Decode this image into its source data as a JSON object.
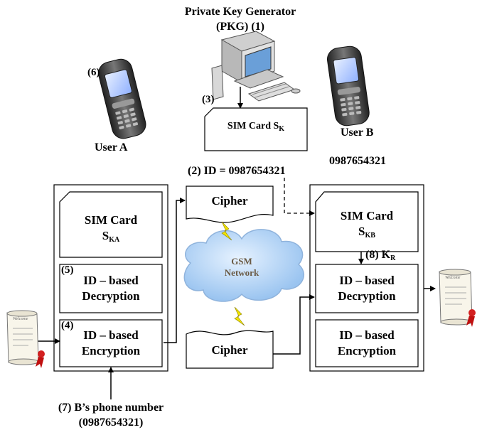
{
  "pkg": {
    "line1": "Private Key Generator",
    "line2": "(PKG) (1)"
  },
  "step3": "(3)",
  "pkg_sim": {
    "text": "SIM Card S",
    "sub": "K"
  },
  "step6": "(6)",
  "user_a": "User A",
  "user_b": "User B",
  "user_b_number": "0987654321",
  "id_label": "(2) ID = 0987654321",
  "cipher_top": "Cipher",
  "cipher_bottom": "Cipher",
  "network": {
    "line1": "GSM",
    "line2": "Network"
  },
  "left_module": {
    "sim": {
      "line1": "SIM Card",
      "text": "S",
      "sub": "KA"
    },
    "decryption": {
      "step": "(5)",
      "line1": "ID – based",
      "line2": "Decryption"
    },
    "encryption": {
      "step": "(4)",
      "line1": "ID – based",
      "line2": "Encryption"
    }
  },
  "right_module": {
    "sim": {
      "line1": "SIM Card",
      "text": "S",
      "sub": "KB"
    },
    "key": {
      "text": "(8) K",
      "sub": "R"
    },
    "decryption": {
      "line1": "ID – based",
      "line2": "Decryption"
    },
    "encryption": {
      "line1": "ID – based",
      "line2": "Encryption"
    }
  },
  "phone_number_label": {
    "line1": "(7) B’s phone number",
    "line2": "(0987654321)"
  },
  "certificate_text": "Welcome"
}
